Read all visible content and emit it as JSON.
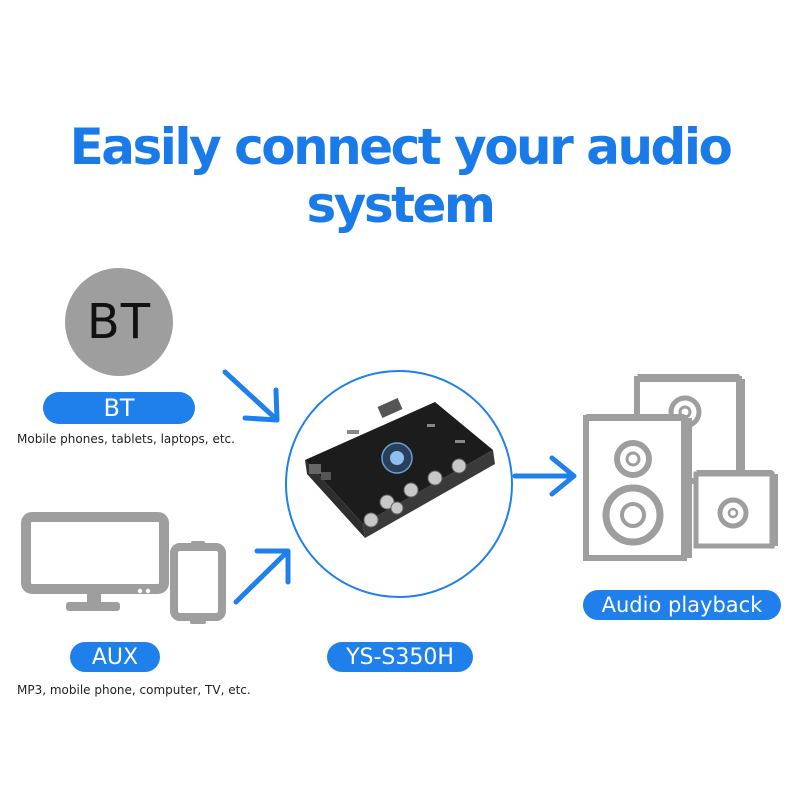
{
  "headline": "Easily connect your audio system",
  "bt_source": {
    "icon_label": "BT",
    "pill_label": "BT",
    "caption": "Mobile phones, tablets, laptops, etc."
  },
  "aux_source": {
    "icon": "monitor-and-phone-icon",
    "pill_label": "AUX",
    "caption": "MP3, mobile phone, computer, TV, etc."
  },
  "amplifier": {
    "icon": "amplifier-board-icon",
    "model_label": "YS-S350H"
  },
  "output": {
    "icon": "speakers-icon",
    "pill_label": "Audio playback"
  },
  "colors": {
    "accent": "#1f80ec",
    "headline": "#1a7be8",
    "icon_gray": "#9e9e9e",
    "bt_circle": "#9e9e9e"
  }
}
